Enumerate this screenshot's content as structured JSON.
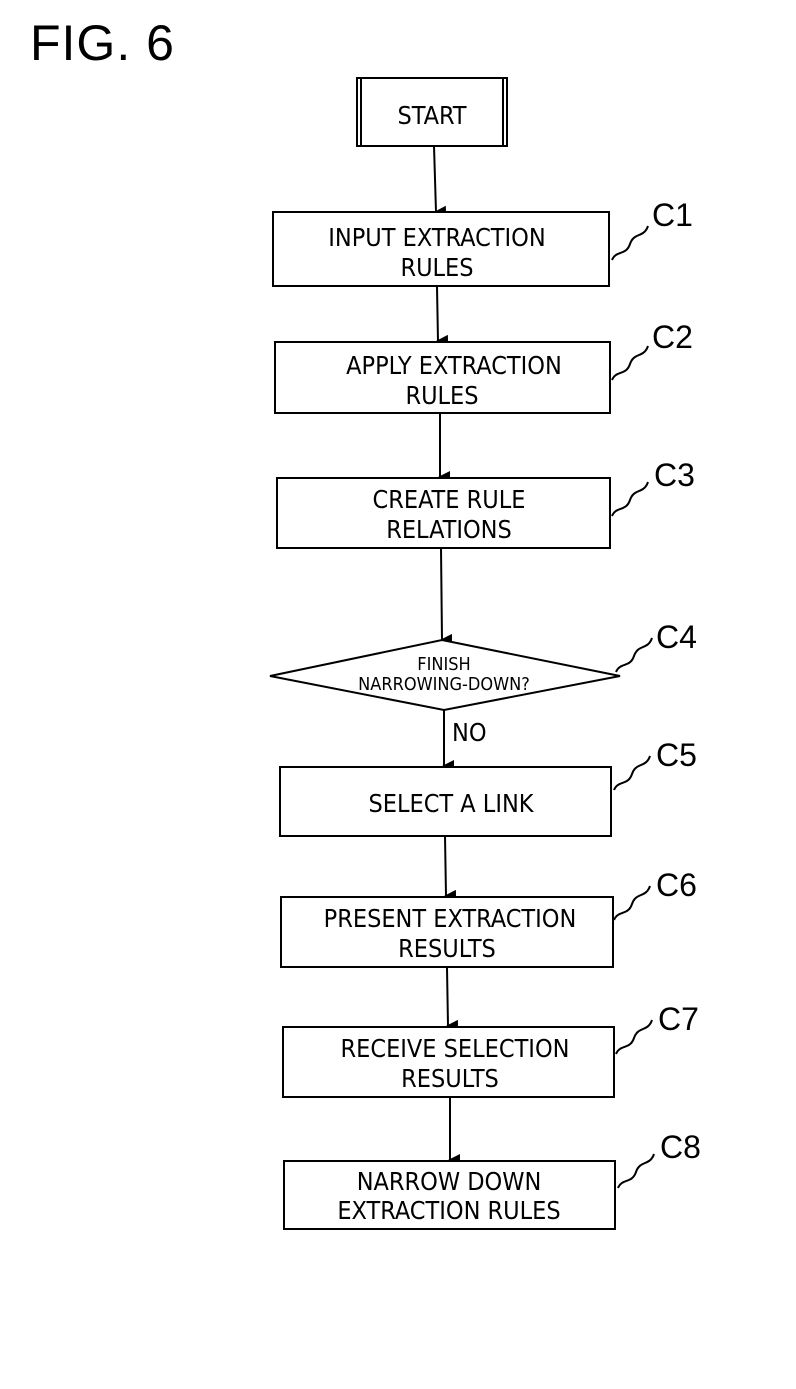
{
  "figure": {
    "title": "FIG. 6"
  },
  "start": {
    "label": "START"
  },
  "steps": [
    {
      "id": "C1",
      "lines": [
        "INPUT EXTRACTION",
        "RULES"
      ]
    },
    {
      "id": "C2",
      "lines": [
        "APPLY EXTRACTION",
        "RULES"
      ]
    },
    {
      "id": "C3",
      "lines": [
        "CREATE RULE",
        "RELATIONS"
      ]
    },
    {
      "id": "C4",
      "lines": [
        "FINISH",
        "NARROWING-DOWN?"
      ]
    },
    {
      "id": "C5",
      "lines": [
        "SELECT A LINK"
      ]
    },
    {
      "id": "C6",
      "lines": [
        "PRESENT EXTRACTION",
        "RESULTS"
      ]
    },
    {
      "id": "C7",
      "lines": [
        "RECEIVE SELECTION",
        "RESULTS"
      ]
    },
    {
      "id": "C8",
      "lines": [
        "NARROW DOWN",
        "EXTRACTION RULES"
      ]
    }
  ],
  "branches": {
    "no_label": "NO"
  }
}
